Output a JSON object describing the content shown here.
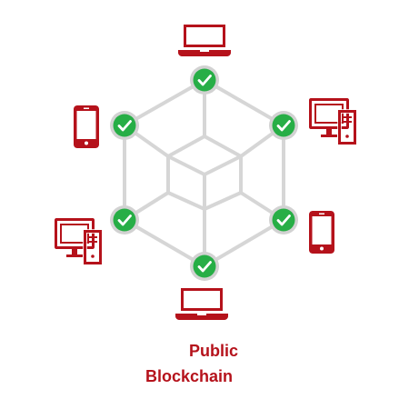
{
  "caption": {
    "lines": [
      "Public",
      "Blockchain"
    ]
  },
  "colors": {
    "device": "#b5121b",
    "check_fill": "#27ae46",
    "check_ring": "#d2d2d2",
    "edge": "#d6d6d6",
    "background": "#ffffff"
  },
  "network": {
    "nodes": [
      {
        "name": "node-top",
        "status": "verified"
      },
      {
        "name": "node-upper-left",
        "status": "verified"
      },
      {
        "name": "node-upper-right",
        "status": "verified"
      },
      {
        "name": "node-lower-left",
        "status": "verified"
      },
      {
        "name": "node-lower-right",
        "status": "verified"
      },
      {
        "name": "node-bottom",
        "status": "verified"
      }
    ],
    "devices": [
      {
        "name": "laptop-top",
        "icon": "laptop-icon"
      },
      {
        "name": "phone-left",
        "icon": "smartphone-icon"
      },
      {
        "name": "desktop-right",
        "icon": "desktop-computer-icon"
      },
      {
        "name": "desktop-left",
        "icon": "desktop-computer-icon"
      },
      {
        "name": "phone-right",
        "icon": "smartphone-icon"
      },
      {
        "name": "laptop-bottom",
        "icon": "laptop-icon"
      }
    ]
  }
}
